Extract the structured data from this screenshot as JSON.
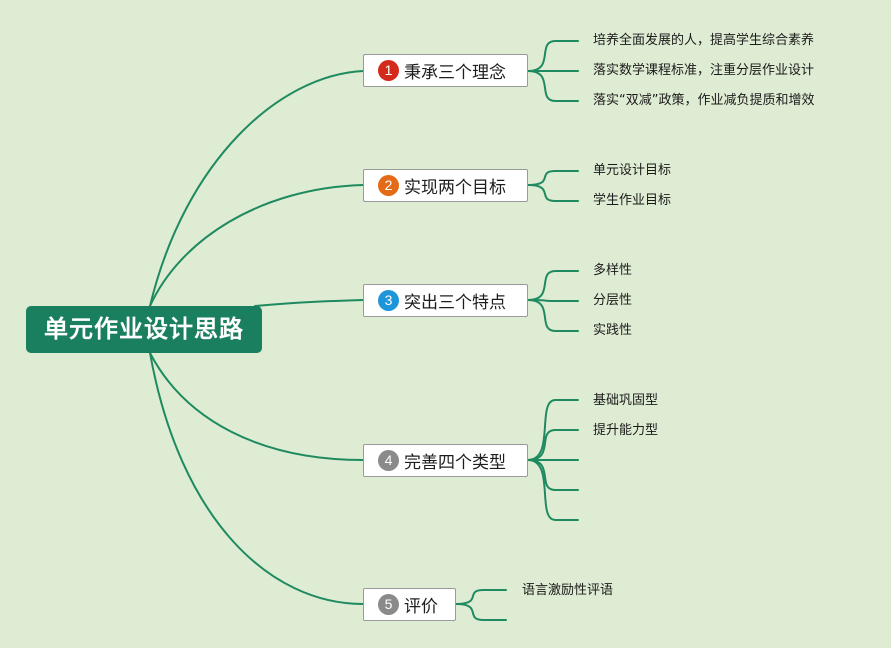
{
  "root": {
    "label": "单元作业设计思路"
  },
  "branches": [
    {
      "number": "1",
      "label": "秉承三个理念",
      "badge_color": "#d42a1c",
      "leaves": [
        "培养全面发展的人，提高学生综合素养",
        "落实数学课程标准，注重分层作业设计",
        "落实“双减”政策，作业减负提质和增效"
      ]
    },
    {
      "number": "2",
      "label": "实现两个目标",
      "badge_color": "#e36a16",
      "leaves": [
        "单元设计目标",
        "学生作业目标"
      ]
    },
    {
      "number": "3",
      "label": "突出三个特点",
      "badge_color": "#1e95d8",
      "leaves": [
        "多样性",
        "分层性",
        "实践性"
      ]
    },
    {
      "number": "4",
      "label": "完善四个类型",
      "badge_color": "#8a8a8a",
      "leaves": [
        "基础巩固型",
        "提升能力型",
        "",
        "",
        ""
      ]
    },
    {
      "number": "5",
      "label": "评价",
      "badge_color": "#8a8a8a",
      "leaves": [
        "语言激励性评语",
        ""
      ]
    }
  ],
  "colors": {
    "background": "#dfecd4",
    "line": "#1f8a5f",
    "root_fill": "#1a7f5e"
  }
}
